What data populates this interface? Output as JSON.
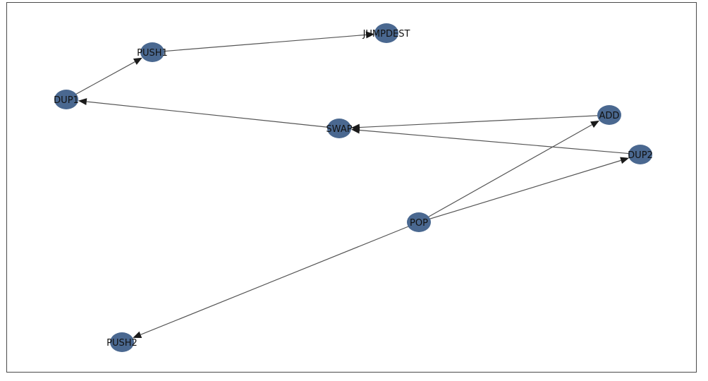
{
  "graph": {
    "node_color": "#4a6890",
    "edge_color": "#555555",
    "arrow_color": "#1a1a1a",
    "nodes": [
      {
        "id": "JUMPDEST",
        "label": "JUMPDEST"
      },
      {
        "id": "PUSH1",
        "label": "PUSH1"
      },
      {
        "id": "DUP1",
        "label": "DUP1"
      },
      {
        "id": "SWAP",
        "label": "SWAP"
      },
      {
        "id": "ADD",
        "label": "ADD"
      },
      {
        "id": "DUP2",
        "label": "DUP2"
      },
      {
        "id": "POP",
        "label": "POP"
      },
      {
        "id": "PUSH2",
        "label": "PUSH2"
      }
    ],
    "edges": [
      {
        "from": "PUSH1",
        "to": "JUMPDEST"
      },
      {
        "from": "DUP1",
        "to": "PUSH1"
      },
      {
        "from": "SWAP",
        "to": "DUP1"
      },
      {
        "from": "ADD",
        "to": "SWAP"
      },
      {
        "from": "DUP2",
        "to": "SWAP"
      },
      {
        "from": "POP",
        "to": "ADD"
      },
      {
        "from": "POP",
        "to": "DUP2"
      },
      {
        "from": "POP",
        "to": "PUSH2"
      }
    ]
  }
}
